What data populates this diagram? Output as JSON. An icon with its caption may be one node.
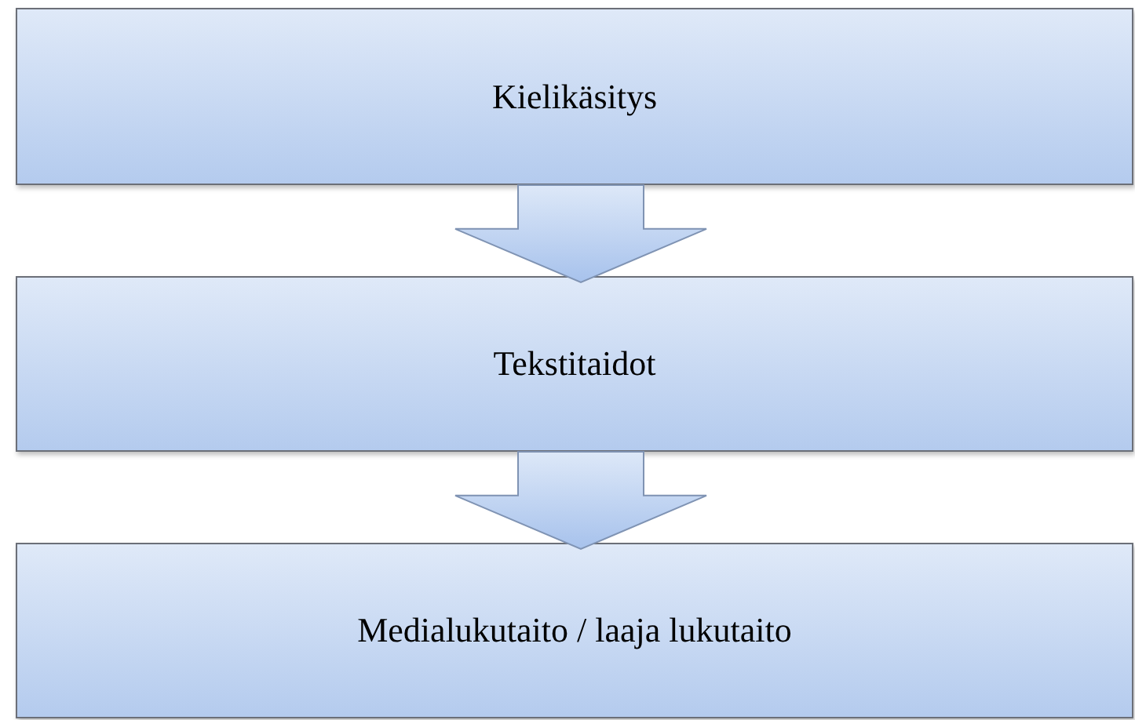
{
  "diagram": {
    "nodes": [
      {
        "text": [
          "Kielikäsitys"
        ]
      },
      {
        "text": [
          "Tekstitaidot"
        ]
      },
      {
        "text": [
          "Medialukutaito / laaja lukutaito"
        ]
      }
    ],
    "edges": [
      {
        "from": 0,
        "to": 1,
        "arrow": "to"
      },
      {
        "from": 1,
        "to": 2,
        "arrow": "to"
      }
    ]
  }
}
